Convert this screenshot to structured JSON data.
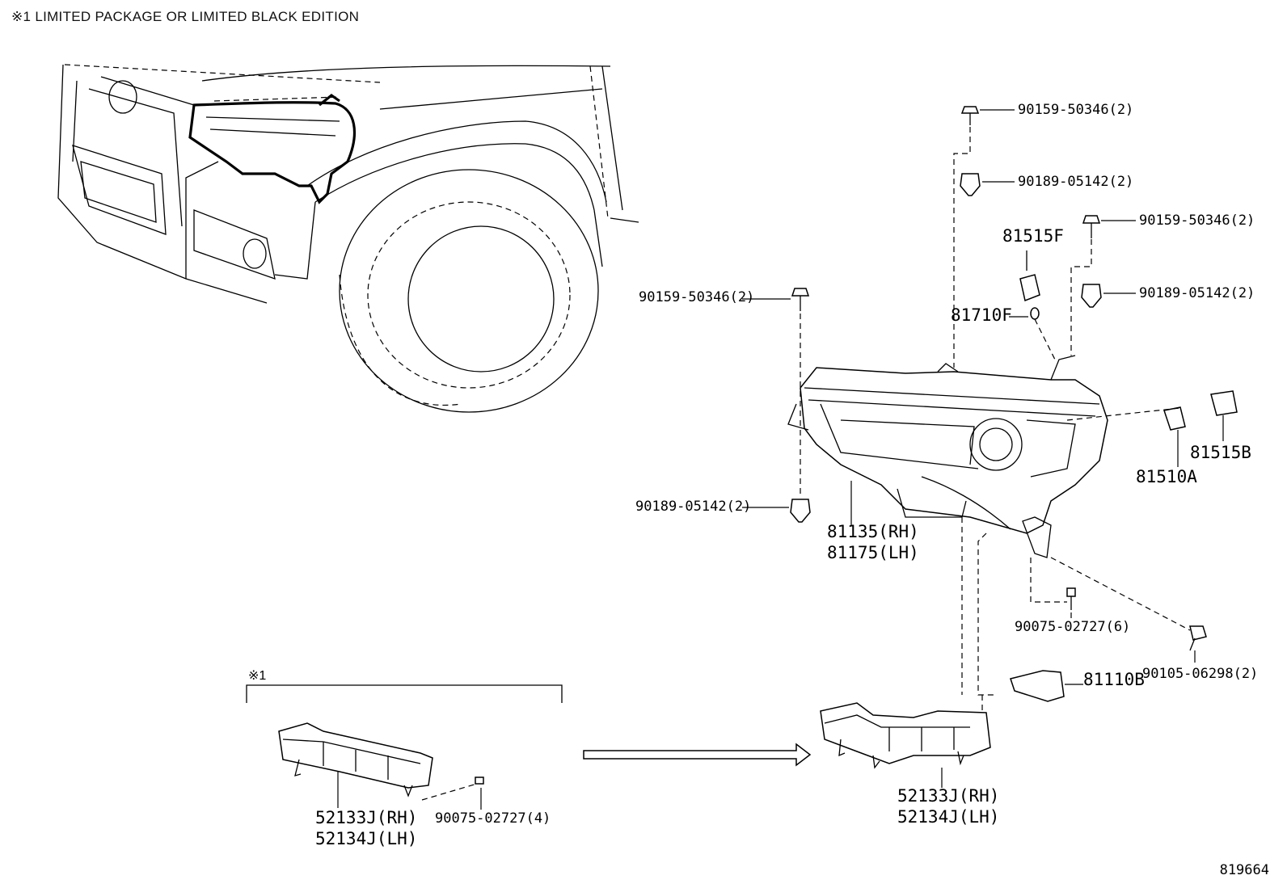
{
  "note": "※1 LIMITED PACKAGE OR LIMITED BLACK EDITION",
  "figure_number": "819664",
  "bracket_note": "※1",
  "labels": {
    "p1": "90159-50346(2)",
    "p2": "90189-05142(2)",
    "p3": "81515F",
    "p4": "90159-50346(2)",
    "p5": "90189-05142(2)",
    "p6": "90159-50346(2)",
    "p7": "81710F",
    "p8": "81515B",
    "p9": "81510A",
    "p10": "90189-05142(2)",
    "p11a": "81135(RH)",
    "p11b": "81175(LH)",
    "p12": "90075-02727(6)",
    "p13": "90105-06298(2)",
    "p14": "81110B",
    "p15a": "52133J(RH)",
    "p15b": "52134J(LH)",
    "p16": "90075-02727(4)",
    "p17a": "52133J(RH)",
    "p17b": "52134J(LH)"
  }
}
